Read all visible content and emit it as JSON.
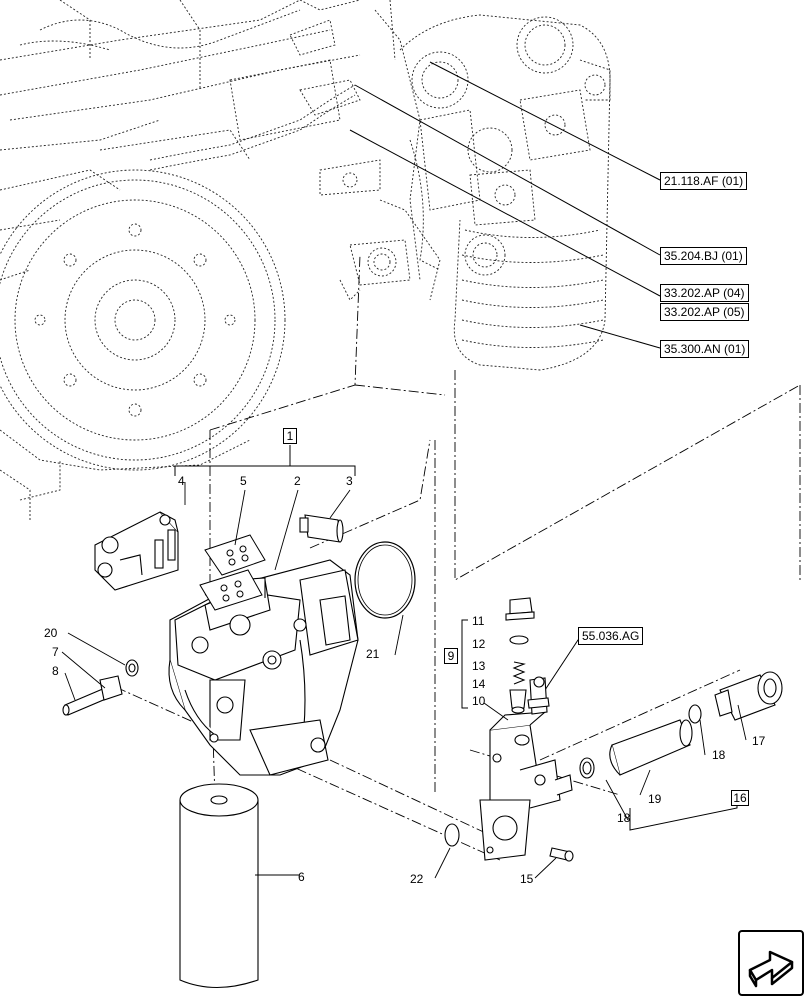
{
  "references": [
    {
      "id": "ref-21-118",
      "label": "21.118.AF (01)"
    },
    {
      "id": "ref-35-204",
      "label": "35.204.BJ (01)"
    },
    {
      "id": "ref-33-202-04",
      "label": "33.202.AP (04)"
    },
    {
      "id": "ref-33-202-05",
      "label": "33.202.AP (05)"
    },
    {
      "id": "ref-35-300",
      "label": "35.300.AN (01)"
    },
    {
      "id": "ref-55-036",
      "label": "55.036.AG"
    }
  ],
  "kits": {
    "pump_kit": "1",
    "valve_kit": "9",
    "hose_kit": "16"
  },
  "callouts": {
    "c2": "2",
    "c3": "3",
    "c4": "4",
    "c5": "5",
    "c6": "6",
    "c7": "7",
    "c8": "8",
    "c10": "10",
    "c11": "11",
    "c12": "12",
    "c13": "13",
    "c14": "14",
    "c15": "15",
    "c17": "17",
    "c18a": "18",
    "c18b": "18",
    "c19": "19",
    "c20": "20",
    "c21": "21",
    "c22": "22"
  },
  "icons": {
    "navigation": "arrow-navigation-icon"
  }
}
